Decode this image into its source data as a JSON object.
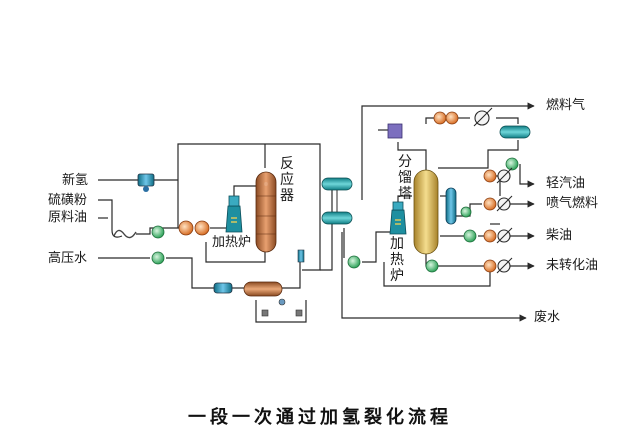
{
  "title": "一段一次通过加氢裂化流程",
  "inputs": {
    "new_hydrogen": "新氢",
    "sulfur_powder": "硫磺粉",
    "feed_oil": "原料油",
    "high_pressure_water": "高压水"
  },
  "equipment": {
    "heating_furnace_1": "加热炉",
    "reactor": "反应器",
    "fractionator": "分馏塔",
    "heating_furnace_2": "加热炉"
  },
  "outputs": {
    "fuel_gas": "燃料气",
    "light_gasoline": "轻汽油",
    "jet_fuel": "喷气燃料",
    "diesel": "柴油",
    "unconverted_oil": "未转化油",
    "waste_water": "废水"
  },
  "colors": {
    "line": "#2a2a2a",
    "pump": "#2fa35a",
    "exchanger": "#e6883a",
    "vessel": "#1fa3a8",
    "reactor": "#c97b45",
    "furnace": "#1e8fa0",
    "fractionator": "#d9b64a"
  }
}
